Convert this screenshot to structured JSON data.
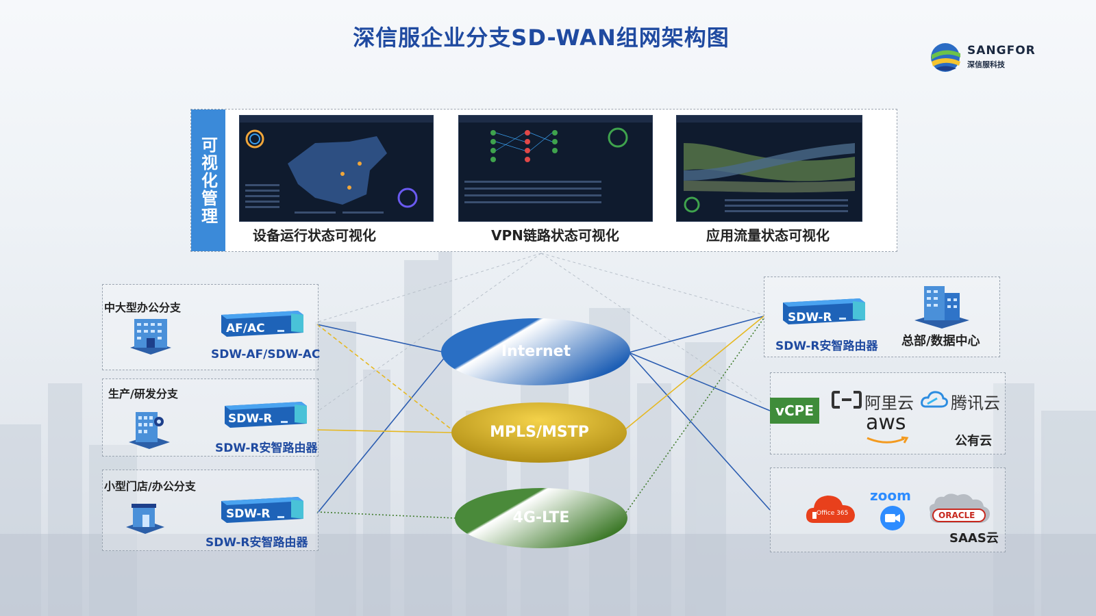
{
  "title": "深信服企业分支SD-WAN组网架构图",
  "logo": {
    "brand": "SANGFOR",
    "brand_cn": "深信服科技"
  },
  "visual_mgmt": {
    "side_label": "可视化管理",
    "captions": [
      "设备运行状态可视化",
      "VPN链路状态可视化",
      "应用流量状态可视化"
    ]
  },
  "branches": [
    {
      "title": "中大型办公分支",
      "device": "AF/AC",
      "device_label": "SDW-AF/SDW-AC"
    },
    {
      "title": "生产/研发分支",
      "device": "SDW-R",
      "device_label": "SDW-R安智路由器"
    },
    {
      "title": "小型门店/办公分支",
      "device": "SDW-R",
      "device_label": "SDW-R安智路由器"
    }
  ],
  "networks": [
    "Internet",
    "MPLS/MSTP",
    "4G-LTE"
  ],
  "hq": {
    "device": "SDW-R",
    "device_label": "SDW-R安智路由器",
    "label": "总部/数据中心"
  },
  "public_cloud": {
    "vcpe": "vCPE",
    "aliyun": "阿里云",
    "tencent": "腾讯云",
    "aws": "aws",
    "label": "公有云"
  },
  "saas": {
    "office": "Office 365",
    "zoom": "zoom",
    "oracle": "ORACLE",
    "label": "SAAS云"
  },
  "colors": {
    "internet": "#2a6fc4",
    "mpls": "#c9a227",
    "lte": "#4a8a3a",
    "accent": "#1f4aa0"
  }
}
